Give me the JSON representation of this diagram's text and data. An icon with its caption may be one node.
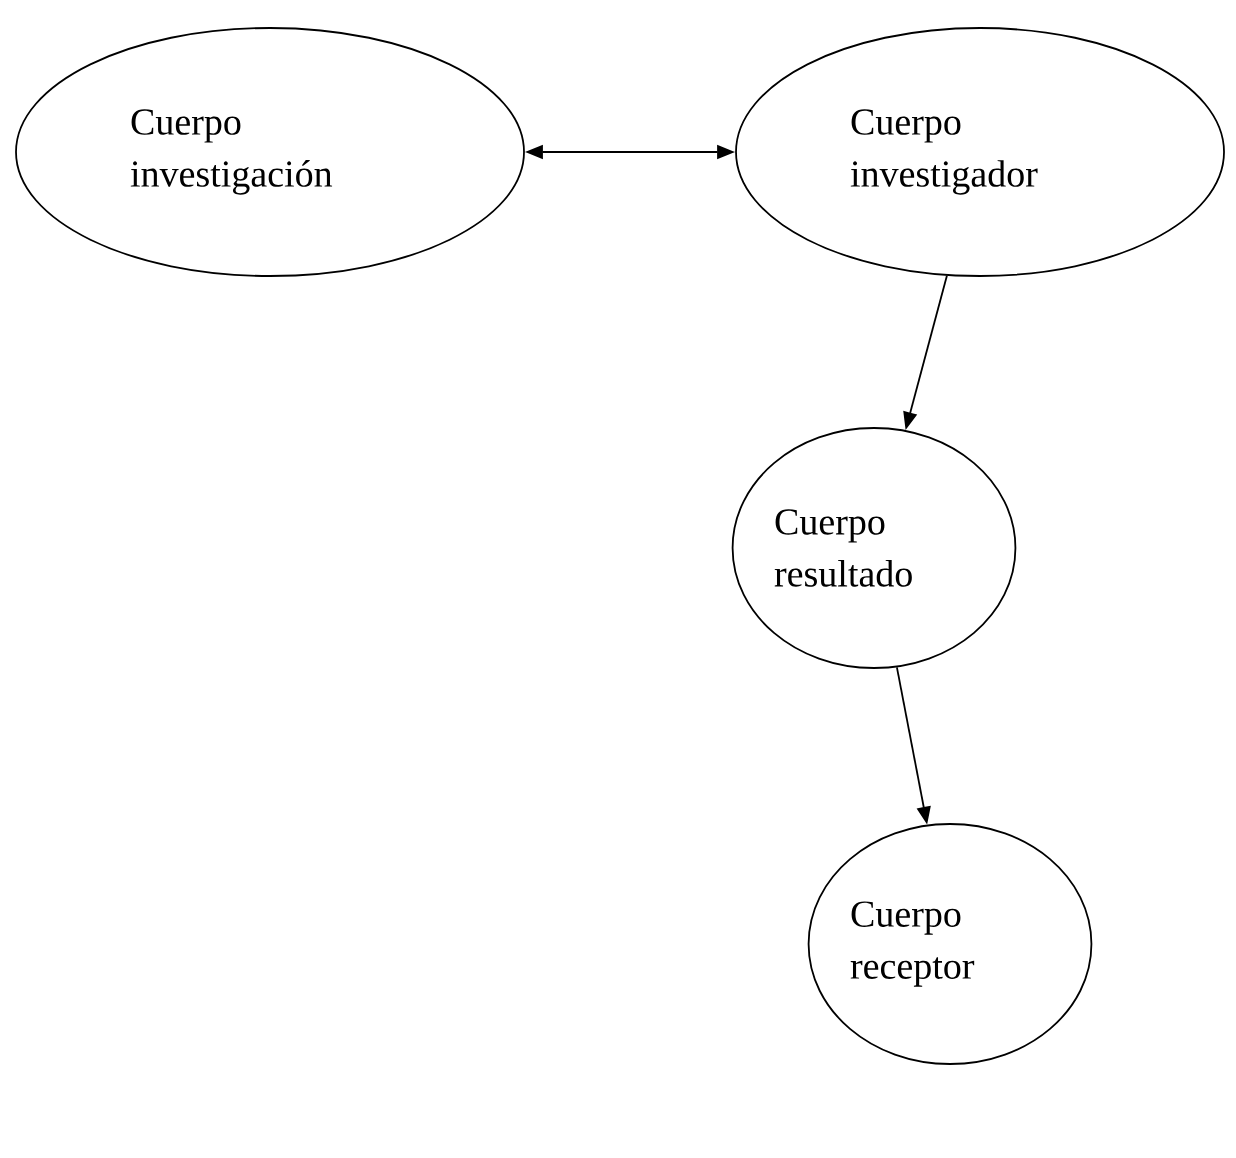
{
  "diagram": {
    "nodes": [
      {
        "text": [
          "Cuerpo investigación"
        ]
      },
      {
        "text": [
          "Cuerpo investigador"
        ]
      },
      {
        "text": [
          "Cuerpo resultado"
        ]
      },
      {
        "text": [
          "Cuerpo receptor"
        ]
      }
    ],
    "edges": [
      {
        "from": 0,
        "to": 1,
        "arrow": "both"
      },
      {
        "from": 1,
        "to": 2,
        "arrow": "to"
      },
      {
        "from": 2,
        "to": 3,
        "arrow": "to"
      }
    ]
  }
}
